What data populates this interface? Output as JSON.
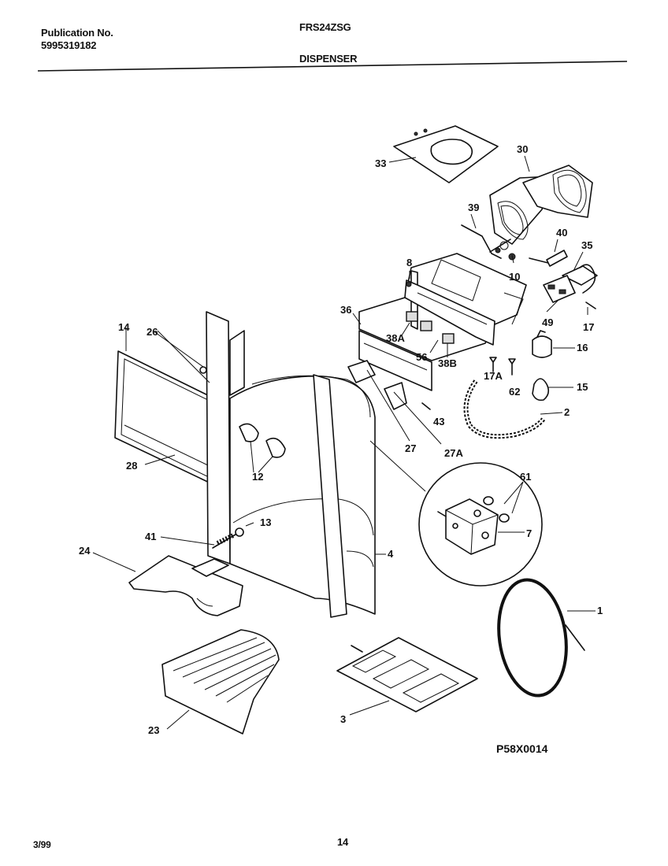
{
  "header": {
    "publication_label": "Publication No.",
    "publication_number": "5995319182",
    "model": "FRS24ZSG",
    "section": "DISPENSER"
  },
  "diagram": {
    "code": "P58X0014",
    "callouts": {
      "c33": "33",
      "c30": "30",
      "c39": "39",
      "c40": "40",
      "c35": "35",
      "c8": "8",
      "c10": "10",
      "c36": "36",
      "c38A": "38A",
      "c56": "56",
      "c38B": "38B",
      "c49": "49",
      "c17": "17",
      "c16": "16",
      "c17A": "17A",
      "c62": "62",
      "c15": "15",
      "c14": "14",
      "c26": "26",
      "c2": "2",
      "c43": "43",
      "c27": "27",
      "c27A": "27A",
      "c28": "28",
      "c12": "12",
      "c61": "61",
      "c7": "7",
      "c13": "13",
      "c41": "41",
      "c24": "24",
      "c4": "4",
      "c1": "1",
      "c23": "23",
      "c3": "3"
    }
  },
  "footer": {
    "date": "3/99",
    "page": "14"
  }
}
